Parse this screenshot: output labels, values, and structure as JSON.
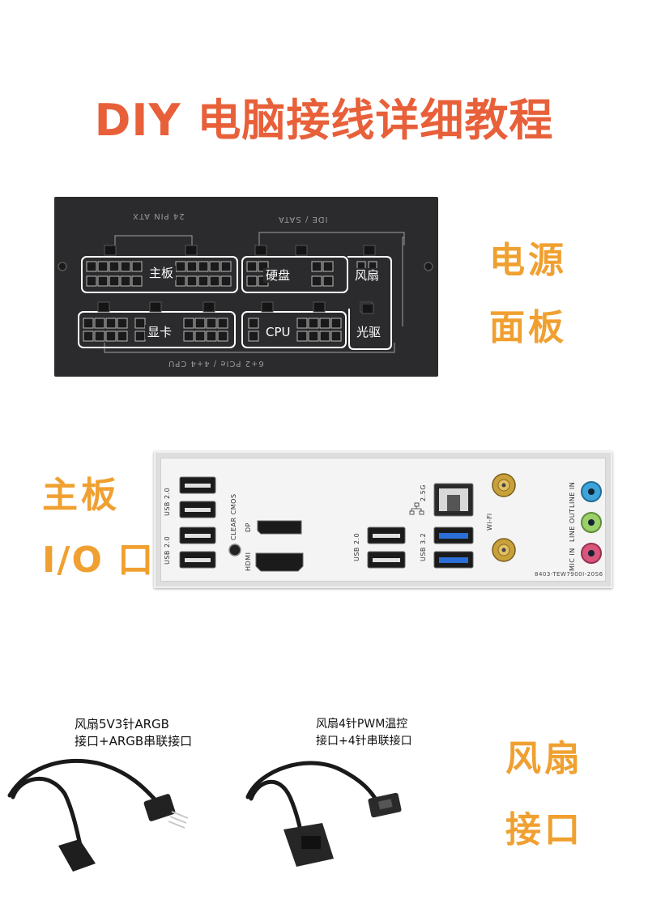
{
  "title": "DIY 电脑接线详细教程",
  "colors": {
    "title": "#e8603a",
    "label": "#f0a030",
    "panel": "#2b2b2d"
  },
  "psu": {
    "side_label": [
      "电源",
      "面板"
    ],
    "top_texts": {
      "atx24": "24 PIN ATX",
      "ide_sata": "IDE / SATA"
    },
    "bottom_text": "6+2 PCIe / 4+4 CPU",
    "ports": {
      "motherboard": "主板",
      "hdd": "硬盘",
      "fan": "风扇",
      "gpu": "显卡",
      "cpu": "CPU",
      "optical": "光驱"
    }
  },
  "io": {
    "side_label": [
      "主板",
      "I/O 口"
    ],
    "labels": {
      "usb_top": "USB 2.0",
      "usb_bottom": "USB 2.0",
      "clear_cmos": "CLEAR CMOS",
      "dp": "DP",
      "hdmi": "HDMI",
      "usb2_mid": "USB 2.0",
      "usb32": "USB 3.2",
      "lan": "2.5G",
      "wifi": "Wi-Fi",
      "line_in": "LINE IN",
      "line_out": "LINE OUT",
      "mic_in": "MIC IN",
      "part_code": "8403-TEW7900I-20S6"
    }
  },
  "fan": {
    "side_label": [
      "风扇",
      "接口"
    ],
    "argb_caption": [
      "风扇5V3针ARGB",
      "接口+ARGB串联接口"
    ],
    "pwm_caption": [
      "风扇4针PWM温控",
      "接口+4针串联接口"
    ]
  }
}
